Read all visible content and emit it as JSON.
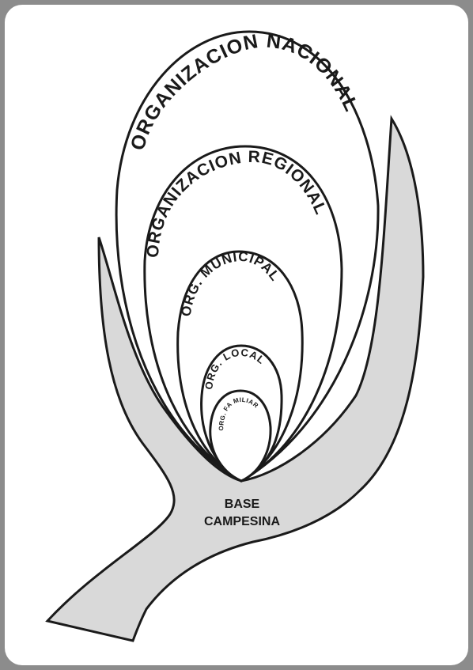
{
  "diagram": {
    "levels": [
      {
        "id": "nacional",
        "label": "ORGANIZACION NACIONAL"
      },
      {
        "id": "regional",
        "label": "ORGANIZACION REGIONAL"
      },
      {
        "id": "municipal",
        "label": "ORG. MUNICIPAL"
      },
      {
        "id": "local",
        "label": "ORG. LOCAL"
      },
      {
        "id": "familiar",
        "label": "ORG. FA MILIAR"
      }
    ],
    "base": {
      "line1": "BASE",
      "line2": "CAMPESINA"
    },
    "colors": {
      "frame": "#8c8c8c",
      "background": "#ffffff",
      "stem_fill": "#d9d9d9",
      "stroke": "#1a1a1a"
    }
  }
}
